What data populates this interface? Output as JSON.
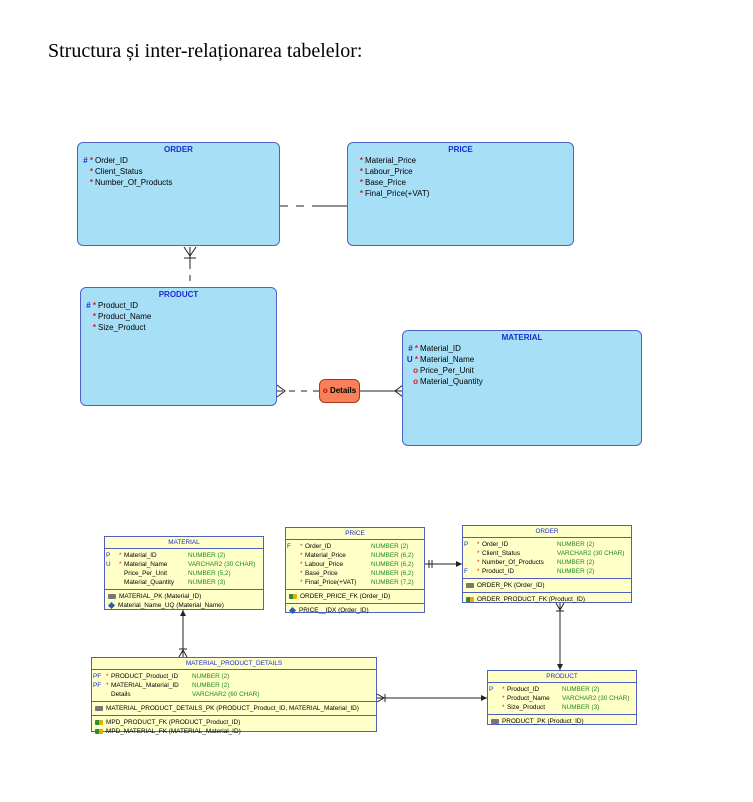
{
  "title": "Structura și inter-relaționarea tabelelor:",
  "logical": {
    "order": {
      "name": "ORDER",
      "attrs": [
        {
          "prefix": "#",
          "mark": "*",
          "name": "Order_ID"
        },
        {
          "prefix": "",
          "mark": "*",
          "name": "Client_Status"
        },
        {
          "prefix": "",
          "mark": "*",
          "name": "Number_Of_Products"
        }
      ]
    },
    "price": {
      "name": "PRICE",
      "attrs": [
        {
          "prefix": "",
          "mark": "*",
          "name": "Material_Price"
        },
        {
          "prefix": "",
          "mark": "*",
          "name": "Labour_Price"
        },
        {
          "prefix": "",
          "mark": "*",
          "name": "Base_Price"
        },
        {
          "prefix": "",
          "mark": "*",
          "name": "Final_Price(+VAT)"
        }
      ]
    },
    "product": {
      "name": "PRODUCT",
      "attrs": [
        {
          "prefix": "#",
          "mark": "*",
          "name": "Product_ID"
        },
        {
          "prefix": "",
          "mark": "*",
          "name": "Product_Name"
        },
        {
          "prefix": "",
          "mark": "*",
          "name": "Size_Product"
        }
      ]
    },
    "material": {
      "name": "MATERIAL",
      "attrs": [
        {
          "prefix": "#",
          "mark": "*",
          "name": "Material_ID"
        },
        {
          "prefix": "U",
          "mark": "*",
          "name": "Material_Name"
        },
        {
          "prefix": "",
          "mark": "o",
          "name": "Price_Per_Unit"
        },
        {
          "prefix": "",
          "mark": "o",
          "name": "Material_Quantity"
        }
      ]
    },
    "details": {
      "mark": "o",
      "name": "Details"
    }
  },
  "relational": {
    "material": {
      "name": "MATERIAL",
      "cols": [
        {
          "key": "P",
          "star": "*",
          "name": "Material_ID",
          "type": "NUMBER (2)"
        },
        {
          "key": "U",
          "star": "*",
          "name": "Material_Name",
          "type": "VARCHAR2 (30 CHAR)"
        },
        {
          "key": "",
          "star": "",
          "name": "Price_Per_Unit",
          "type": "NUMBER (5,2)"
        },
        {
          "key": "",
          "star": "",
          "name": "Material_Quantity",
          "type": "NUMBER (3)"
        }
      ],
      "keys": [
        {
          "icon": "key",
          "text": "MATERIAL_PK (Material_ID)"
        },
        {
          "icon": "dia",
          "text": "Material_Name_UQ (Material_Name)"
        }
      ]
    },
    "price": {
      "name": "PRICE",
      "cols": [
        {
          "key": "F",
          "star": "*",
          "name": "Order_ID",
          "type": "NUMBER (2)"
        },
        {
          "key": "",
          "star": "*",
          "name": "Material_Price",
          "type": "NUMBER (6,2)"
        },
        {
          "key": "",
          "star": "*",
          "name": "Labour_Price",
          "type": "NUMBER (6,2)"
        },
        {
          "key": "",
          "star": "*",
          "name": "Base_Price",
          "type": "NUMBER (6,2)"
        },
        {
          "key": "",
          "star": "*",
          "name": "Final_Price(+VAT)",
          "type": "NUMBER (7,2)"
        }
      ],
      "fks": [
        {
          "icon": "fk",
          "text": "ORDER_PRICE_FK (Order_ID)"
        }
      ],
      "idx": [
        {
          "icon": "dia",
          "text": "PRICE__IDX (Order_ID)"
        }
      ]
    },
    "order": {
      "name": "ORDER",
      "cols": [
        {
          "key": "P",
          "star": "*",
          "name": "Order_ID",
          "type": "NUMBER (2)"
        },
        {
          "key": "",
          "star": "*",
          "name": "Client_Status",
          "type": "VARCHAR2 (30 CHAR)"
        },
        {
          "key": "",
          "star": "*",
          "name": "Number_Of_Products",
          "type": "NUMBER (2)"
        },
        {
          "key": "F",
          "star": "*",
          "name": "Product_ID",
          "type": "NUMBER (2)"
        }
      ],
      "keys": [
        {
          "icon": "key",
          "text": "ORDER_PK (Order_ID)"
        }
      ],
      "fks": [
        {
          "icon": "fk",
          "text": "ORDER_PRODUCT_FK (Product_ID)"
        }
      ]
    },
    "mpd": {
      "name": "MATERIAL_PRODUCT_DETAILS",
      "cols": [
        {
          "key": "PF",
          "star": "*",
          "name": "PRODUCT_Product_ID",
          "type": "NUMBER (2)"
        },
        {
          "key": "PF",
          "star": "*",
          "name": "MATERIAL_Material_ID",
          "type": "NUMBER (2)"
        },
        {
          "key": "",
          "star": "",
          "name": "Details",
          "type": "VARCHAR2 (60 CHAR)"
        }
      ],
      "keys": [
        {
          "icon": "key",
          "text": "MATERIAL_PRODUCT_DETAILS_PK (PRODUCT_Product_ID, MATERIAL_Material_ID)"
        }
      ],
      "fks": [
        {
          "icon": "fk",
          "text": "MPD_PRODUCT_FK (PRODUCT_Product_ID)"
        },
        {
          "icon": "fk",
          "text": "MPD_MATERIAL_FK (MATERIAL_Material_ID)"
        }
      ]
    },
    "product": {
      "name": "PRODUCT",
      "cols": [
        {
          "key": "P",
          "star": "*",
          "name": "Product_ID",
          "type": "NUMBER (2)"
        },
        {
          "key": "",
          "star": "*",
          "name": "Product_Name",
          "type": "VARCHAR2 (30 CHAR)"
        },
        {
          "key": "",
          "star": "*",
          "name": "Size_Product",
          "type": "NUMBER (3)"
        }
      ],
      "keys": [
        {
          "icon": "key",
          "text": "PRODUCT_PK (Product_ID)"
        }
      ]
    }
  },
  "colors": {
    "logical_fill": "#a7dff7",
    "logical_border": "#4f62c8",
    "logical_header": "#1c2bd0",
    "required_mark": "#d01f1f",
    "table_fill": "#ffffc8",
    "type_text": "#1d8a1d",
    "details_fill": "#f98058"
  }
}
